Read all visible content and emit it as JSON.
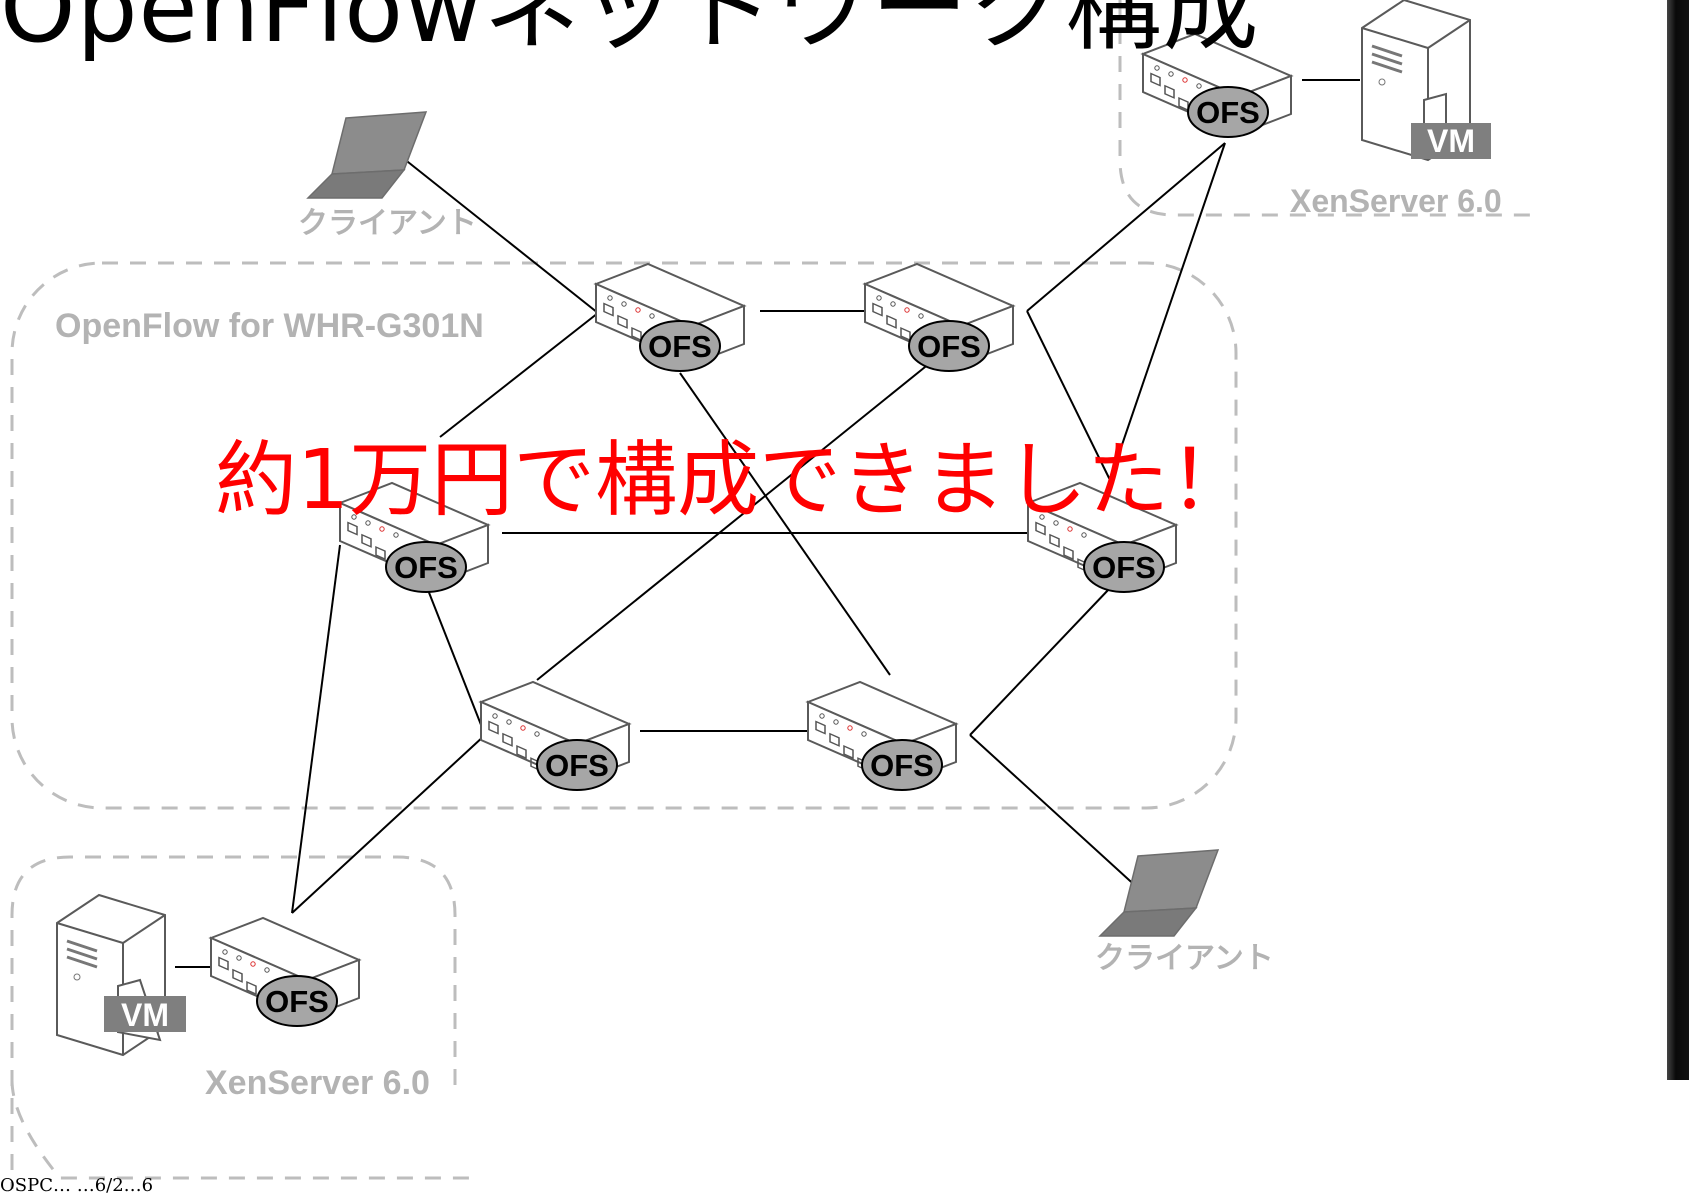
{
  "title": "OpenFlowネットワーク構成",
  "overlay_text": "約1万円で構成できました！",
  "regions": {
    "openflow": "OpenFlow for WHR-G301N",
    "xenserver_top": "XenServer 6.0",
    "xenserver_bottom": "XenServer 6.0"
  },
  "switch_label": "OFS",
  "vm_label": "VM",
  "client_label": "クライアント",
  "footer": "OSPC…  …6/2…6",
  "colors": {
    "overlay": "#ff0000",
    "region_label": "#b3b3b3",
    "dashed_border": "#bdbdbd",
    "ofs_badge": "#a6a6a6",
    "vm_badge": "#7f7f7f",
    "laptop": "#8c8c8c"
  },
  "icons": [
    "switch-icon",
    "server-icon",
    "laptop-icon"
  ]
}
